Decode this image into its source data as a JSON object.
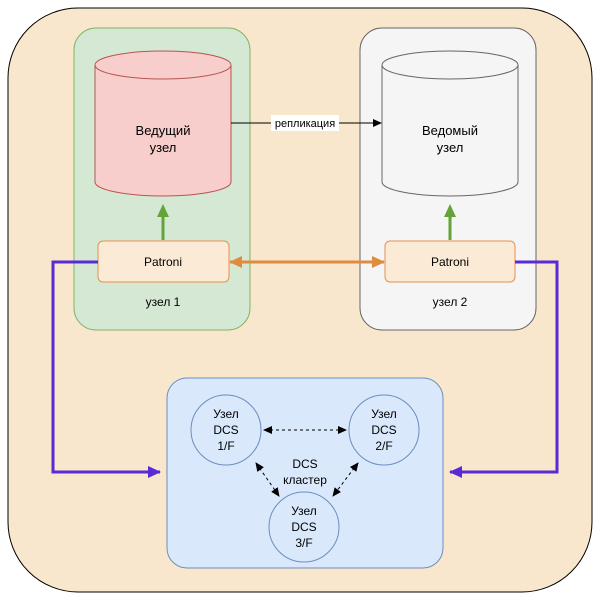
{
  "primary": {
    "db_line1": "Ведущий",
    "db_line2": "узел",
    "patroni": "Patroni",
    "node_label": "узел 1"
  },
  "replica": {
    "db_line1": "Ведомый",
    "db_line2": "узел",
    "patroni": "Patroni",
    "node_label": "узел 2"
  },
  "replication_label": "репликация",
  "dcs": {
    "center_line1": "DCS",
    "center_line2": "кластер",
    "nodes": [
      {
        "line1": "Узел",
        "line2": "DCS",
        "line3": "1/F"
      },
      {
        "line1": "Узел",
        "line2": "DCS",
        "line3": "2/F"
      },
      {
        "line1": "Узел",
        "line2": "DCS",
        "line3": "3/F"
      }
    ]
  },
  "colors": {
    "outer_bg": "#f8e7cc",
    "node1_bg": "#d5e8d4",
    "node2_bg": "#f5f5f5",
    "primary_db": "#f8cecc",
    "dcs_bg": "#dae8fc",
    "patroni_border": "#e6914a",
    "green_arrow": "#64a337",
    "orange_arrow": "#e08b3f",
    "purple_arrow": "#5b2ad6"
  }
}
